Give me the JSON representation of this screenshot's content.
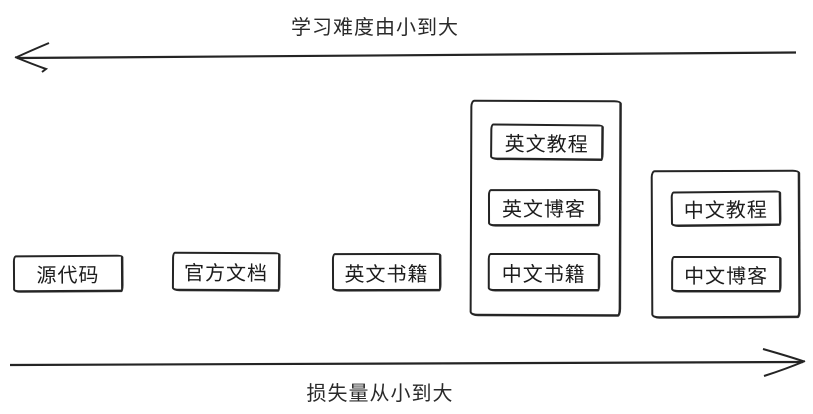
{
  "diagram": {
    "top_axis": {
      "label": "学习难度由小到大",
      "direction": "left"
    },
    "bottom_axis": {
      "label": "损失量从小到大",
      "direction": "right"
    },
    "standalone_boxes": [
      {
        "label": "源代码"
      },
      {
        "label": "官方文档"
      },
      {
        "label": "英文书籍"
      }
    ],
    "groups": [
      {
        "items": [
          {
            "label": "英文教程"
          },
          {
            "label": "英文博客"
          },
          {
            "label": "中文书籍"
          }
        ]
      },
      {
        "items": [
          {
            "label": "中文教程"
          },
          {
            "label": "中文博客"
          }
        ]
      }
    ],
    "colors": {
      "stroke": "#242424",
      "background": "#ffffff"
    }
  }
}
